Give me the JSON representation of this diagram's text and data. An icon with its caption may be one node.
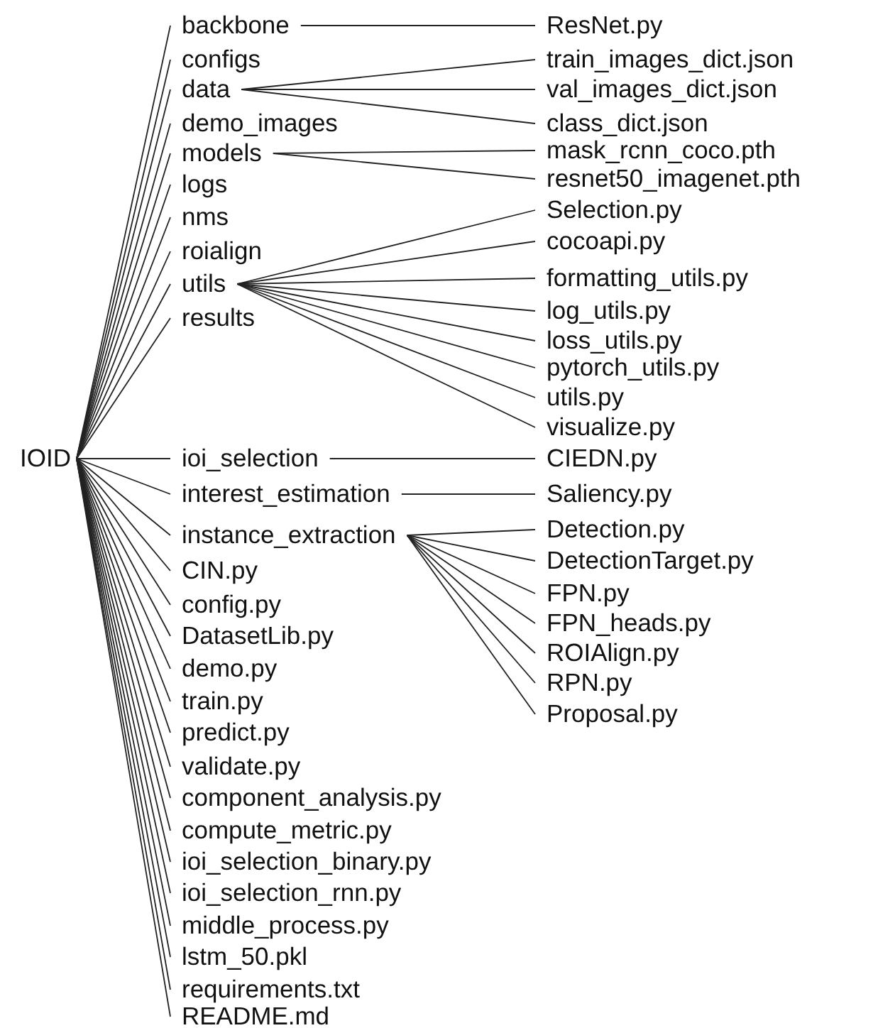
{
  "diagram": {
    "nodes": [
      {
        "text": [
          "IOID"
        ]
      },
      {
        "text": [
          "backbone"
        ]
      },
      {
        "text": [
          "configs"
        ]
      },
      {
        "text": [
          "data"
        ]
      },
      {
        "text": [
          "demo_images"
        ]
      },
      {
        "text": [
          "models"
        ]
      },
      {
        "text": [
          "logs"
        ]
      },
      {
        "text": [
          "nms"
        ]
      },
      {
        "text": [
          "roialign"
        ]
      },
      {
        "text": [
          "utils"
        ]
      },
      {
        "text": [
          "results"
        ]
      },
      {
        "text": [
          "ioi_selection"
        ]
      },
      {
        "text": [
          "interest_estimation"
        ]
      },
      {
        "text": [
          "instance_extraction"
        ]
      },
      {
        "text": [
          "CIN.py"
        ]
      },
      {
        "text": [
          "config.py"
        ]
      },
      {
        "text": [
          "DatasetLib.py"
        ]
      },
      {
        "text": [
          "demo.py"
        ]
      },
      {
        "text": [
          "train.py"
        ]
      },
      {
        "text": [
          "predict.py"
        ]
      },
      {
        "text": [
          "validate.py"
        ]
      },
      {
        "text": [
          "component_analysis.py"
        ]
      },
      {
        "text": [
          "compute_metric.py"
        ]
      },
      {
        "text": [
          "ioi_selection_binary.py"
        ]
      },
      {
        "text": [
          "ioi_selection_rnn.py"
        ]
      },
      {
        "text": [
          "middle_process.py"
        ]
      },
      {
        "text": [
          "lstm_50.pkl"
        ]
      },
      {
        "text": [
          "requirements.txt"
        ]
      },
      {
        "text": [
          "README.md"
        ]
      },
      {
        "text": [
          "ResNet.py"
        ]
      },
      {
        "text": [
          "train_images_dict.json"
        ]
      },
      {
        "text": [
          "val_images_dict.json"
        ]
      },
      {
        "text": [
          "class_dict.json"
        ]
      },
      {
        "text": [
          "mask_rcnn_coco.pth"
        ]
      },
      {
        "text": [
          "resnet50_imagenet.pth"
        ]
      },
      {
        "text": [
          "Selection.py"
        ]
      },
      {
        "text": [
          "cocoapi.py"
        ]
      },
      {
        "text": [
          "formatting_utils.py"
        ]
      },
      {
        "text": [
          "log_utils.py"
        ]
      },
      {
        "text": [
          "loss_utils.py"
        ]
      },
      {
        "text": [
          "pytorch_utils.py"
        ]
      },
      {
        "text": [
          "utils.py"
        ]
      },
      {
        "text": [
          "visualize.py"
        ]
      },
      {
        "text": [
          "CIEDN.py"
        ]
      },
      {
        "text": [
          "Saliency.py"
        ]
      },
      {
        "text": [
          "Detection.py"
        ]
      },
      {
        "text": [
          "DetectionTarget.py"
        ]
      },
      {
        "text": [
          "FPN.py"
        ]
      },
      {
        "text": [
          "FPN_heads.py"
        ]
      },
      {
        "text": [
          "ROIAlign.py"
        ]
      },
      {
        "text": [
          "RPN.py"
        ]
      },
      {
        "text": [
          "Proposal.py"
        ]
      }
    ],
    "edges": [
      {
        "from": 0,
        "to": 1,
        "arrow": "none"
      },
      {
        "from": 0,
        "to": 2,
        "arrow": "none"
      },
      {
        "from": 0,
        "to": 3,
        "arrow": "none"
      },
      {
        "from": 0,
        "to": 4,
        "arrow": "none"
      },
      {
        "from": 0,
        "to": 5,
        "arrow": "none"
      },
      {
        "from": 0,
        "to": 6,
        "arrow": "none"
      },
      {
        "from": 0,
        "to": 7,
        "arrow": "none"
      },
      {
        "from": 0,
        "to": 8,
        "arrow": "none"
      },
      {
        "from": 0,
        "to": 9,
        "arrow": "none"
      },
      {
        "from": 0,
        "to": 10,
        "arrow": "none"
      },
      {
        "from": 0,
        "to": 11,
        "arrow": "none"
      },
      {
        "from": 0,
        "to": 12,
        "arrow": "none"
      },
      {
        "from": 0,
        "to": 13,
        "arrow": "none"
      },
      {
        "from": 0,
        "to": 14,
        "arrow": "none"
      },
      {
        "from": 0,
        "to": 15,
        "arrow": "none"
      },
      {
        "from": 0,
        "to": 16,
        "arrow": "none"
      },
      {
        "from": 0,
        "to": 17,
        "arrow": "none"
      },
      {
        "from": 0,
        "to": 18,
        "arrow": "none"
      },
      {
        "from": 0,
        "to": 19,
        "arrow": "none"
      },
      {
        "from": 0,
        "to": 20,
        "arrow": "none"
      },
      {
        "from": 0,
        "to": 21,
        "arrow": "none"
      },
      {
        "from": 0,
        "to": 22,
        "arrow": "none"
      },
      {
        "from": 0,
        "to": 23,
        "arrow": "none"
      },
      {
        "from": 0,
        "to": 24,
        "arrow": "none"
      },
      {
        "from": 0,
        "to": 25,
        "arrow": "none"
      },
      {
        "from": 0,
        "to": 26,
        "arrow": "none"
      },
      {
        "from": 0,
        "to": 27,
        "arrow": "none"
      },
      {
        "from": 0,
        "to": 28,
        "arrow": "none"
      },
      {
        "from": 1,
        "to": 29,
        "arrow": "none"
      },
      {
        "from": 3,
        "to": 30,
        "arrow": "none"
      },
      {
        "from": 3,
        "to": 31,
        "arrow": "none"
      },
      {
        "from": 3,
        "to": 32,
        "arrow": "none"
      },
      {
        "from": 5,
        "to": 33,
        "arrow": "none"
      },
      {
        "from": 5,
        "to": 34,
        "arrow": "none"
      },
      {
        "from": 9,
        "to": 35,
        "arrow": "none"
      },
      {
        "from": 9,
        "to": 36,
        "arrow": "none"
      },
      {
        "from": 9,
        "to": 37,
        "arrow": "none"
      },
      {
        "from": 9,
        "to": 38,
        "arrow": "none"
      },
      {
        "from": 9,
        "to": 39,
        "arrow": "none"
      },
      {
        "from": 9,
        "to": 40,
        "arrow": "none"
      },
      {
        "from": 9,
        "to": 41,
        "arrow": "none"
      },
      {
        "from": 9,
        "to": 42,
        "arrow": "none"
      },
      {
        "from": 11,
        "to": 43,
        "arrow": "none"
      },
      {
        "from": 12,
        "to": 44,
        "arrow": "none"
      },
      {
        "from": 13,
        "to": 45,
        "arrow": "none"
      },
      {
        "from": 13,
        "to": 46,
        "arrow": "none"
      },
      {
        "from": 13,
        "to": 47,
        "arrow": "none"
      },
      {
        "from": 13,
        "to": 48,
        "arrow": "none"
      },
      {
        "from": 13,
        "to": 49,
        "arrow": "none"
      },
      {
        "from": 13,
        "to": 50,
        "arrow": "none"
      },
      {
        "from": 13,
        "to": 51,
        "arrow": "none"
      }
    ]
  }
}
